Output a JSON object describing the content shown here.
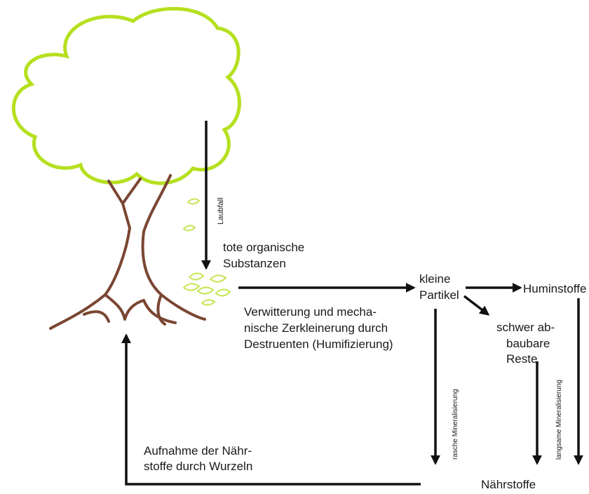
{
  "labels": {
    "laubfall": "Laubfall",
    "tote_line1": "tote organische",
    "tote_line2": "Substanzen",
    "kleine_line1": "kleine",
    "kleine_line2": "Partikel",
    "huminstoffe": "Huminstoffe",
    "schwer_line1": "schwer ab-",
    "schwer_line2": "baubare",
    "schwer_line3": "Reste",
    "verwitterung_line1": "Verwitterung und mecha-",
    "verwitterung_line2": "nische Zerkleinerung durch",
    "verwitterung_line3": "Destruenten (Humifizierung)",
    "rasche": "rasche Mineralisierung",
    "langsame": "langsame Mineralisierung",
    "aufnahme_line1": "Aufnahme der Nähr-",
    "aufnahme_line2": "stoffe durch Wurzeln",
    "naehrstoffe": "Nährstoffe"
  },
  "colors": {
    "crown_outline": "#b5e01f",
    "trunk": "#7a4632",
    "leaves": "#c8e65a",
    "arrow": "#111111"
  }
}
